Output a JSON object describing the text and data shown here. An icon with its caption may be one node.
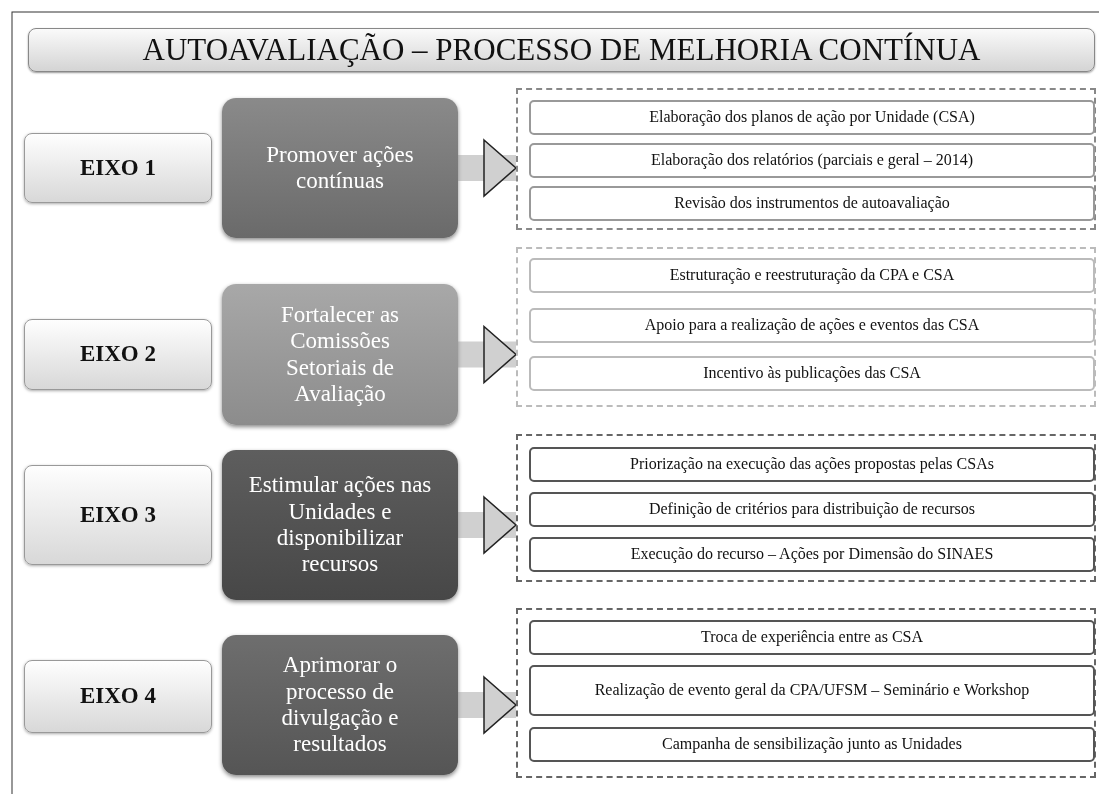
{
  "diagram": {
    "title": "AUTOAVALIAÇÃO – PROCESSO DE MELHORIA CONTÍNUA",
    "nodes": [
      {
        "text": [
          "EIXO 1"
        ]
      },
      {
        "text": [
          "Promover ações contínuas"
        ]
      },
      {
        "text": [],
        "shape": "box"
      },
      {
        "text": [
          "Elaboração dos planos de ação por Unidade (CSA)"
        ],
        "in": 2
      },
      {
        "text": [
          "Elaboração dos relatórios  (parciais e geral – 2014)"
        ],
        "in": 2
      },
      {
        "text": [
          "Revisão dos instrumentos de autoavaliação"
        ],
        "in": 2
      },
      {
        "text": [
          "EIXO 2"
        ]
      },
      {
        "text": [
          "Fortalecer as Comissões Setoriais de Avaliação"
        ]
      },
      {
        "text": [],
        "shape": "box"
      },
      {
        "text": [
          "Estruturação e reestruturação da CPA e CSA"
        ],
        "in": 8
      },
      {
        "text": [
          "Apoio para a realização de ações e eventos  das  CSA"
        ],
        "in": 8
      },
      {
        "text": [
          "Incentivo às publicações das CSA"
        ],
        "in": 8
      },
      {
        "text": [
          "EIXO 3"
        ]
      },
      {
        "text": [
          "Estimular ações nas Unidades e disponibilizar recursos"
        ]
      },
      {
        "text": [],
        "shape": "box"
      },
      {
        "text": [
          "Priorização na execução das ações propostas pelas CSAs"
        ],
        "in": 14
      },
      {
        "text": [
          "Definição de critérios para distribuição de recursos"
        ],
        "in": 14
      },
      {
        "text": [
          "Execução do recurso – Ações por Dimensão do SINAES"
        ],
        "in": 14
      },
      {
        "text": [
          "EIXO 4"
        ]
      },
      {
        "text": [
          "Aprimorar o processo de divulgação e resultados"
        ]
      },
      {
        "text": [],
        "shape": "box"
      },
      {
        "text": [
          "Troca de experiência entre as CSA"
        ],
        "in": 20
      },
      {
        "text": [
          "Realização de evento geral da CPA/UFSM – Seminário e Workshop"
        ],
        "in": 20
      },
      {
        "text": [
          "Campanha de sensibilização  junto  as Unidades"
        ],
        "in": 20
      }
    ],
    "edges": [
      {
        "from": 1,
        "to": 2,
        "arrow": "to"
      },
      {
        "from": 7,
        "to": 8,
        "arrow": "to"
      },
      {
        "from": 13,
        "to": 14,
        "arrow": "to"
      },
      {
        "from": 19,
        "to": 20,
        "arrow": "to"
      }
    ]
  }
}
